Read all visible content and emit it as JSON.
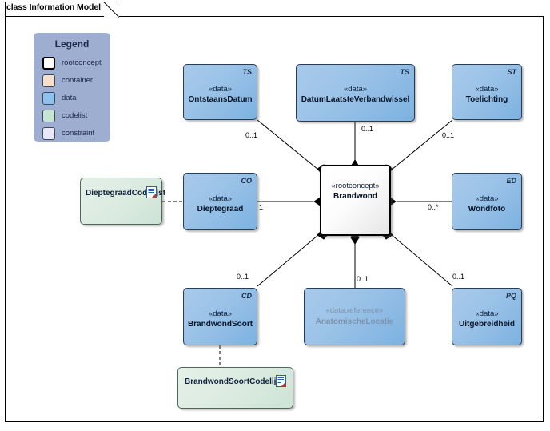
{
  "frame": {
    "title": "class Information Model"
  },
  "legend": {
    "title": "Legend",
    "items": [
      {
        "label": "rootconcept",
        "color": "#ffffff",
        "border": "#000000",
        "name": "legend-rootconcept"
      },
      {
        "label": "container",
        "color": "#f7e0cb",
        "border": "#3b4a63",
        "name": "legend-container"
      },
      {
        "label": "data",
        "color": "#8ec2ec",
        "border": "#3b4a63",
        "name": "legend-data"
      },
      {
        "label": "codelist",
        "color": "#c6e6d2",
        "border": "#3b4a63",
        "name": "legend-codelist"
      },
      {
        "label": "constraint",
        "color": "#e8e8f8",
        "border": "#3b4a63",
        "name": "legend-constraint"
      }
    ]
  },
  "root": {
    "stereotype": "«rootconcept»",
    "name": "Brandwond"
  },
  "classes": [
    {
      "id": "ontstaansdatum",
      "stereotype": "«data»",
      "name": "OntstaansDatum",
      "tag": "TS"
    },
    {
      "id": "datumverbandwissel",
      "stereotype": "«data»",
      "name": "DatumLaatsteVerbandwissel",
      "tag": "TS"
    },
    {
      "id": "toelichting",
      "stereotype": "«data»",
      "name": "Toelichting",
      "tag": "ST"
    },
    {
      "id": "dieptegraad",
      "stereotype": "«data»",
      "name": "Dieptegraad",
      "tag": "CO"
    },
    {
      "id": "wondfoto",
      "stereotype": "«data»",
      "name": "Wondfoto",
      "tag": "ED"
    },
    {
      "id": "brandwondsoort",
      "stereotype": "«data»",
      "name": "BrandwondSoort",
      "tag": "CD"
    },
    {
      "id": "anatomischelocatie",
      "stereotype": "«data,reference»",
      "name": "AnatomischeLocatie",
      "tag": ""
    },
    {
      "id": "uitgebreidheid",
      "stereotype": "«data»",
      "name": "Uitgebreidheid",
      "tag": "PQ"
    }
  ],
  "codelists": [
    {
      "id": "dieptegraadcodelijst",
      "name": "DieptegraadCodelijst"
    },
    {
      "id": "brandwondsoortcodelijst",
      "name": "BrandwondSoortCodelijst"
    }
  ],
  "multiplicities": {
    "ontstaansdatum": "0..1",
    "datumverbandwissel": "0..1",
    "toelichting": "0..1",
    "dieptegraad": "1",
    "wondfoto": "0..*",
    "brandwondsoort": "0..1",
    "anatomischelocatie": "0..1",
    "uitgebreidheid": "0..1"
  },
  "colors": {
    "legend_background": "#9eaed0",
    "data_fill": "#9cc3e8",
    "codelist_fill": "#dcebe1",
    "root_fill": "#ffffff",
    "line": "#000000"
  }
}
